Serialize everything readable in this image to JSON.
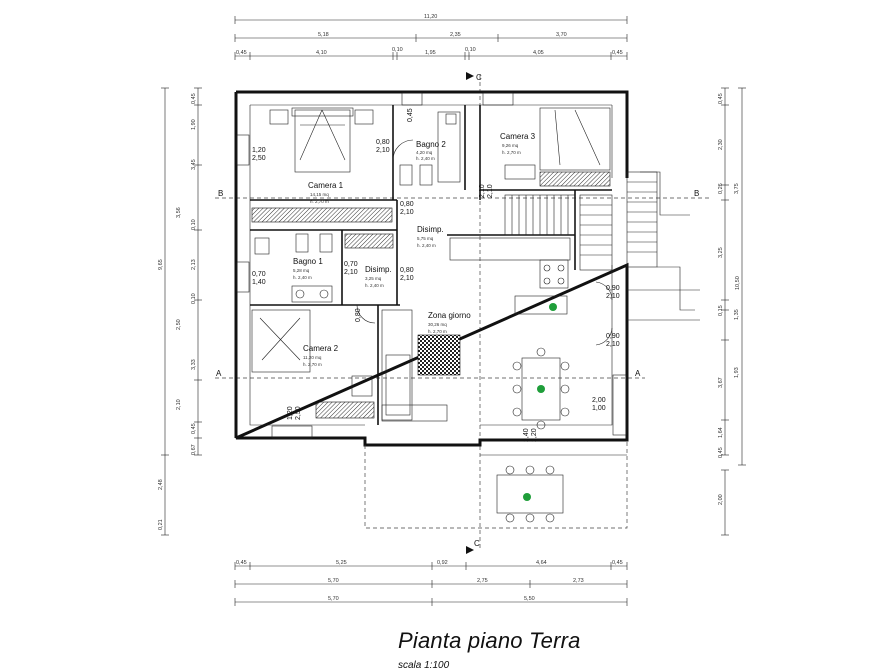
{
  "drawing": {
    "title": "Pianta piano Terra",
    "scale_note": "scala 1:100"
  },
  "dims_top": {
    "overall": "11,20",
    "row2": [
      "5,18",
      "2,35",
      "3,70"
    ],
    "row3": [
      "0,45",
      "4,10",
      "0,10",
      "1,95",
      "0,10",
      "4,05",
      "0,45"
    ]
  },
  "dims_bottom": {
    "row1": [
      "0,45",
      "5,25",
      "0,92",
      "4,64",
      "0,45"
    ],
    "row2": [
      "5,70",
      "2,75",
      "2,73"
    ],
    "row3": [
      "5,70",
      "5,50"
    ]
  },
  "dims_left": {
    "outer": [
      "0,21",
      "2,48",
      "9,65"
    ],
    "inner": [
      "0,45",
      "1,90",
      "3,45",
      "3,56",
      "0,10",
      "2,13",
      "0,10",
      "2,50",
      "3,33",
      "2,10",
      "0,45",
      "0,67"
    ]
  },
  "dims_right": {
    "outer": [
      "10,50",
      "2,00"
    ],
    "inner": [
      "0,45",
      "2,30",
      "0,26",
      "3,75",
      "3,25",
      "0,15",
      "1,35",
      "1,93",
      "3,67",
      "1,64",
      "0,45"
    ]
  },
  "rooms": {
    "camera1": {
      "name": "Camera 1",
      "area": "14,15 mq",
      "height": "h. 2,70 m"
    },
    "bagno2": {
      "name": "Bagno 2",
      "area": "4,20 mq",
      "height": "h. 2,40 m"
    },
    "camera3": {
      "name": "Camera 3",
      "area": "9,26 mq",
      "height": "h. 2,70 m"
    },
    "disimp1": {
      "name": "Disimp.",
      "area": "5,75 mq",
      "height": "h. 2,40 m"
    },
    "bagno1": {
      "name": "Bagno 1",
      "area": "5,28 mq",
      "height": "h. 2,40 m"
    },
    "disimp2": {
      "name": "Disimp.",
      "area": "3,25 mq",
      "height": "h. 2,40 m"
    },
    "zona_giorno": {
      "name": "Zona giorno",
      "area": "30,26 mq",
      "height": "h. 2,70 m"
    },
    "camera2": {
      "name": "Camera 2",
      "area": "11,20 mq",
      "height": "h. 2,70 m"
    }
  },
  "openings": {
    "cam1_win": [
      "1,20",
      "2,50"
    ],
    "bagno2_door": [
      "0,80",
      "2,10"
    ],
    "bagno2_win": "0,45",
    "disimp_door": [
      "0,80",
      "2,10"
    ],
    "bagno1_win": [
      "0,70",
      "1,40"
    ],
    "bagno1_door": [
      "0,70",
      "2,10"
    ],
    "disimp2_door": [
      "0,80",
      "2,10"
    ],
    "disimp2_side": "0,80",
    "cam2_win": [
      "1,20",
      "2,50"
    ],
    "cam3_door": [
      "2,10",
      "2,10"
    ],
    "entry1": [
      "0,90",
      "2,10"
    ],
    "entry2": [
      "0,90",
      "2,10"
    ],
    "giorno_win": [
      "2,00",
      "1,00"
    ],
    "giorno_door": [
      "2,40",
      "2,20"
    ]
  },
  "section_marks": {
    "c": "C",
    "b": "B",
    "a": "A"
  }
}
